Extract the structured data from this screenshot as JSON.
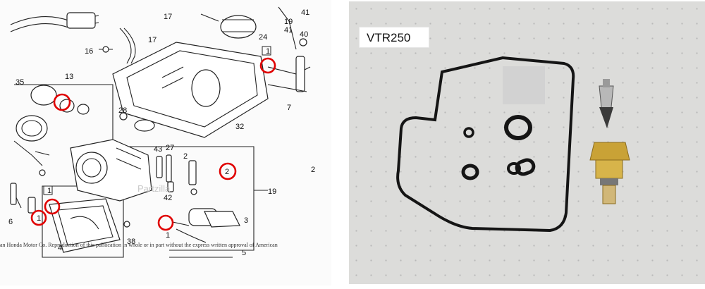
{
  "diagram": {
    "callouts": [
      {
        "text": "17"
      },
      {
        "text": "16"
      },
      {
        "text": "17"
      },
      {
        "text": "24"
      },
      {
        "text": "41"
      },
      {
        "text": "19"
      },
      {
        "text": "41"
      },
      {
        "text": "40"
      },
      {
        "text": "13"
      },
      {
        "text": "35"
      },
      {
        "text": "1"
      },
      {
        "text": "7"
      },
      {
        "text": "32"
      },
      {
        "text": "28"
      },
      {
        "text": "43"
      },
      {
        "text": "27"
      },
      {
        "text": "2"
      },
      {
        "text": "19"
      },
      {
        "text": "42"
      },
      {
        "text": "1"
      },
      {
        "text": "3"
      },
      {
        "text": "38"
      },
      {
        "text": "4"
      },
      {
        "text": "5"
      },
      {
        "text": "1"
      },
      {
        "text": "6"
      },
      {
        "text": "1"
      },
      {
        "text": "2"
      }
    ],
    "marked_numbers": {
      "a": "1",
      "b": "2"
    },
    "watermark": "Partzilla",
    "copyright": "an Honda Motor Co. Reproduction of this publication in whole or in part without the express written approval of American"
  },
  "photo": {
    "label": "VTR250",
    "colors": {
      "background": "#dcdcda",
      "gasket": "#151515",
      "brass": "#c9a236"
    }
  },
  "highlight_color": "#e00000"
}
